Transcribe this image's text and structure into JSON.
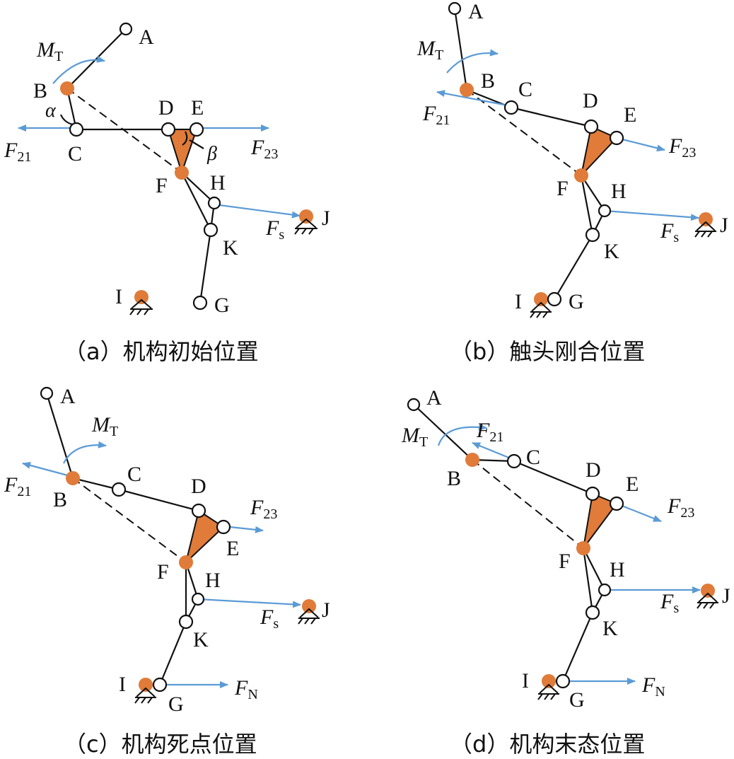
{
  "labels": {
    "A": "A",
    "B": "B",
    "C": "C",
    "D": "D",
    "E": "E",
    "F": "F",
    "G": "G",
    "H": "H",
    "I": "I",
    "J": "J",
    "K": "K"
  },
  "forces": {
    "F21": {
      "main": "F",
      "sub": "21"
    },
    "F23": {
      "main": "F",
      "sub": "23"
    },
    "Fs": {
      "main": "F",
      "sub": "s"
    },
    "FN": {
      "main": "F",
      "sub": "N"
    },
    "MT": {
      "main": "M",
      "sub": "T"
    }
  },
  "angles": {
    "alpha": "α",
    "beta": "β"
  },
  "captions": {
    "a": "（a）机构初始位置",
    "b": "（b）触头刚合位置",
    "c": "（c）机构死点位置",
    "d": "（d）机构末态位置"
  },
  "colors": {
    "pivot": "#e07b39",
    "force_arrow": "#5b9bd5",
    "link": "#111111"
  }
}
